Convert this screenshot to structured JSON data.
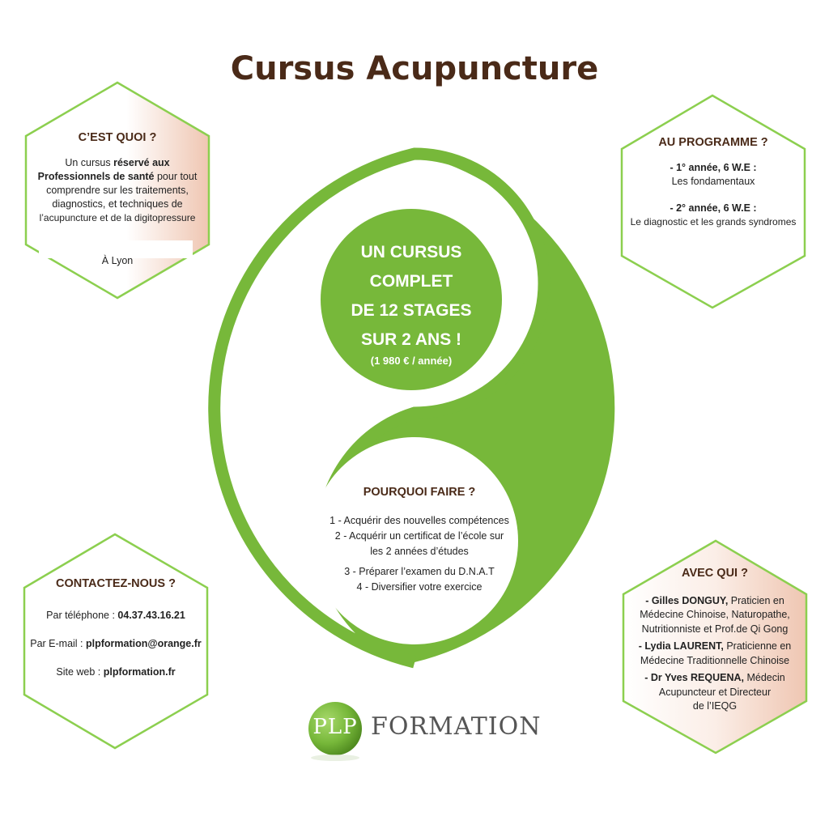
{
  "title": "Cursus Acupuncture",
  "colors": {
    "green": "#77b83a",
    "brown": "#4a2a18",
    "peach": "#f3d2c2"
  },
  "quoi": {
    "heading": "C’EST QUOI ?",
    "line1_pre": "Un cursus ",
    "line1_bold": "réservé aux",
    "line2_bold": "Professionnels de santé",
    "line2_post": " pour tout",
    "line3": "comprendre sur les traitements,",
    "line4": "diagnostics, et techniques de",
    "line5": "l’acupuncture et de la digitopressure",
    "location": "À Lyon"
  },
  "programme": {
    "heading": "AU PROGRAMME ?",
    "year1_title": "- 1° année, 6 W.E :",
    "year1_desc": "Les fondamentaux",
    "year2_title": "- 2° année, 6 W.E :",
    "year2_desc": "Le diagnostic et les grands syndromes"
  },
  "center": {
    "line1": "UN CURSUS",
    "line2": "COMPLET",
    "line3": "DE 12 STAGES",
    "line4": "SUR 2 ANS !",
    "price": "(1 980 € / année)"
  },
  "pourquoi": {
    "heading": "POURQUOI FAIRE ?",
    "item1": "1 - Acquérir des nouvelles compétences",
    "item2a": "2 - Acquérir un certificat de l’école sur",
    "item2b": "les 2 années d’études",
    "item3": "3 - Préparer l’examen du D.N.A.T",
    "item4": "4 - Diversifier votre exercice"
  },
  "contact": {
    "heading": "CONTACTEZ-NOUS ?",
    "phone_label": "Par téléphone : ",
    "phone": "04.37.43.16.21",
    "email_label": "Par E-mail : ",
    "email": "plpformation@orange.fr",
    "web_label": "Site web : ",
    "web": "plpformation.fr"
  },
  "avec": {
    "heading": "AVEC QUI ?",
    "p1_name": "- Gilles DONGUY,",
    "p1_a": " Praticien en",
    "p1_b": "Médecine Chinoise, Naturopathe,",
    "p1_c": "Nutritionniste et Prof.de Qi Gong",
    "p2_name": "- Lydia LAURENT,",
    "p2_a": " Praticienne en",
    "p2_b": "Médecine Traditionnelle Chinoise",
    "p3_name": "- Dr Yves REQUENA,",
    "p3_a": " Médecin",
    "p3_b": "Acupuncteur et Directeur",
    "p3_c": "de l’IEQG"
  },
  "logo": {
    "plp": "PLP",
    "formation": "FORMATION"
  }
}
